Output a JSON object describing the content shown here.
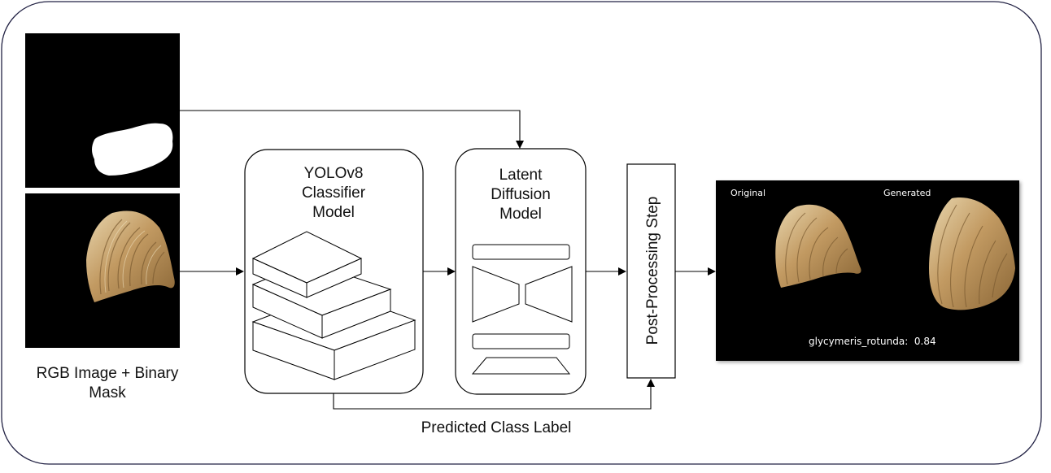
{
  "input": {
    "caption_line1": "RGB Image + Binary",
    "caption_line2": "Mask"
  },
  "classifier": {
    "title_line1": "YOLOv8",
    "title_line2": "Classifier",
    "title_line3": "Model"
  },
  "diffusion": {
    "title_line1": "Latent",
    "title_line2": "Diffusion",
    "title_line3": "Model"
  },
  "postprocess": {
    "label": "Post-Processing Step"
  },
  "output": {
    "original_label": "Original",
    "generated_label": "Generated",
    "prediction_text": "glycymeris_rotunda:  0.84"
  },
  "feedback": {
    "label": "Predicted Class Label"
  },
  "colors": {
    "frame": "#222244",
    "image_bg": "#000000",
    "shell_base": "#b8925a",
    "shell_dark": "#7a5a30",
    "shell_light": "#e3cfa4",
    "mask": "#ffffff"
  }
}
